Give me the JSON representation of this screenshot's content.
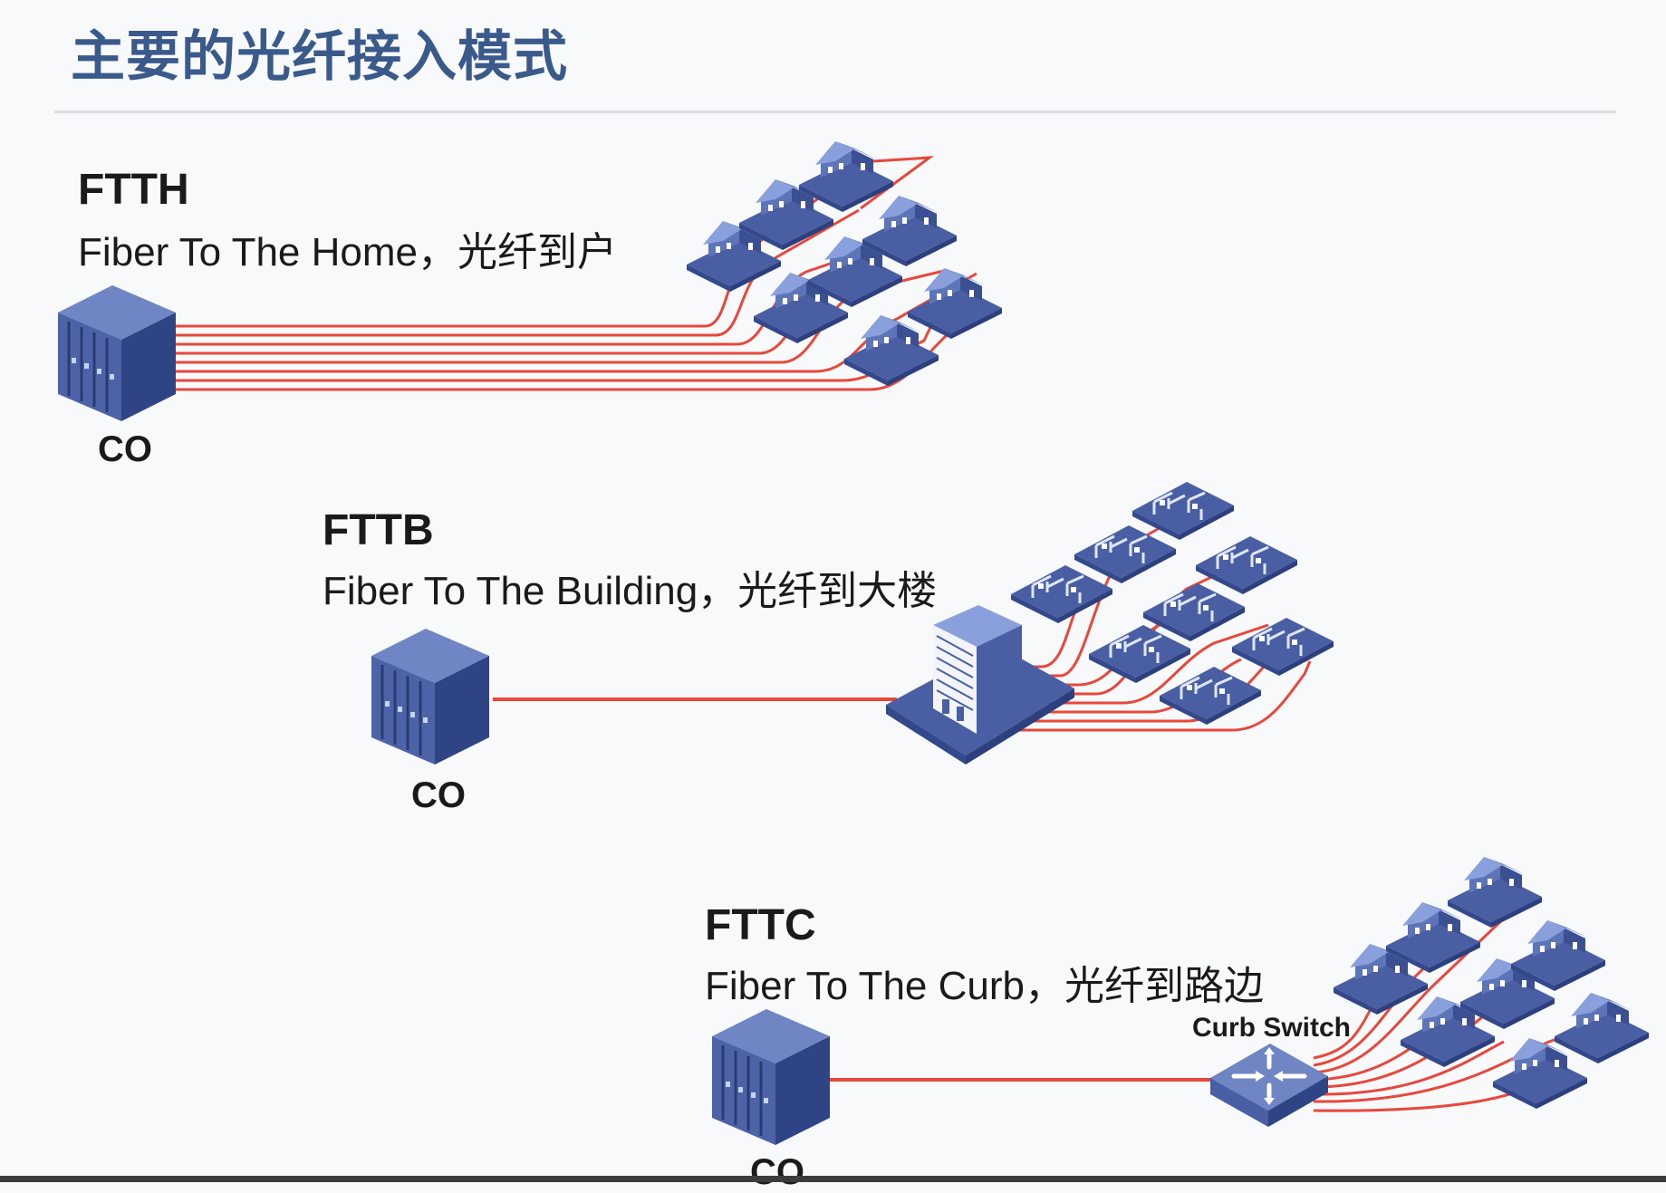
{
  "header": {
    "title": "主要的光纤接入模式"
  },
  "sections": [
    {
      "label": "FTTH",
      "desc": "Fiber To The Home，光纤到户",
      "co_label": "CO"
    },
    {
      "label": "FTTB",
      "desc": "Fiber To The Building，光纤到大楼",
      "co_label": "CO"
    },
    {
      "label": "FTTC",
      "desc": "Fiber To The Curb，光纤到路边",
      "co_label": "CO",
      "switch_label": "Curb Switch"
    }
  ],
  "colors": {
    "title": "#3a5a8c",
    "device": "#4a5fa3",
    "fiber": "#e8473b"
  },
  "icons": [
    "co-server-icon",
    "house-icon",
    "office-icon",
    "building-icon",
    "curb-switch-icon"
  ]
}
